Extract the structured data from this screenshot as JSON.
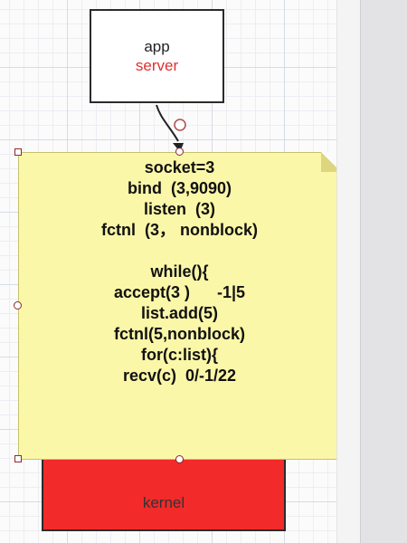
{
  "diagram": {
    "app_box": {
      "line1": "app",
      "line2": "server"
    },
    "note": {
      "lines": [
        "socket=3",
        "bind  (3,9090)",
        "listen  (3)",
        "fctnl  (3， nonblock)",
        "",
        "while(){",
        "accept(3 )      -1|5",
        "list.add(5)",
        "fctnl(5,nonblock)",
        "for(c:list){",
        "recv(c)  0/-1/22"
      ]
    },
    "kernel_box": {
      "label": "kernel"
    },
    "colors": {
      "note_fill": "#fbf7a8",
      "kernel_fill": "#f22a2a",
      "server_text": "#e03030"
    }
  }
}
